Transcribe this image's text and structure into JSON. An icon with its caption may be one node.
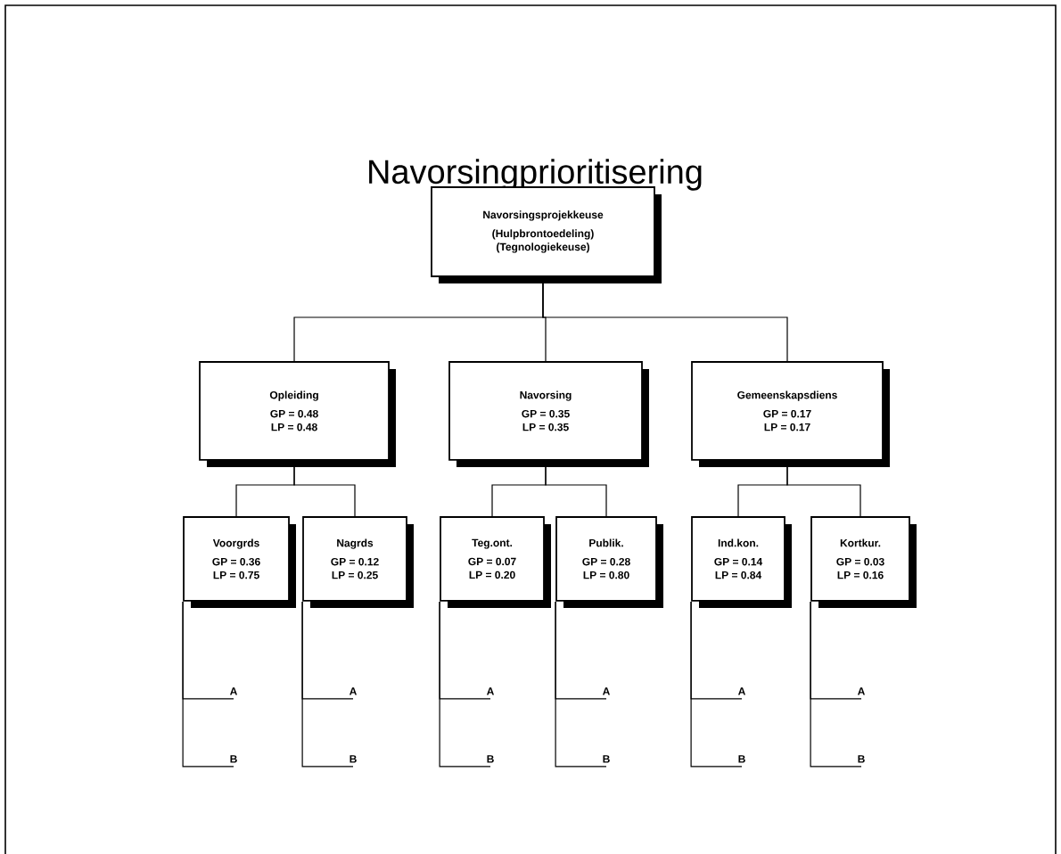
{
  "diagram": {
    "title": "Navorsingprioritisering",
    "nodes": [
      {
        "text": [
          "Navorsingsprojekkeuse",
          "(Hulpbrontoedeling)",
          "(Tegnologiekeuse)"
        ]
      },
      {
        "text": [
          "Opleiding",
          "GP = 0.48",
          "LP = 0.48"
        ]
      },
      {
        "text": [
          "Navorsing",
          "GP = 0.35",
          "LP = 0.35"
        ]
      },
      {
        "text": [
          "Gemeenskapsdiens",
          "GP = 0.17",
          "LP = 0.17"
        ]
      },
      {
        "text": [
          "Voorgrds",
          "GP = 0.36",
          "LP = 0.75"
        ]
      },
      {
        "text": [
          "Nagrds",
          "GP = 0.12",
          "LP = 0.25"
        ]
      },
      {
        "text": [
          "Teg.ont.",
          "GP = 0.07",
          "LP = 0.20"
        ]
      },
      {
        "text": [
          "Publik.",
          "GP = 0.28",
          "LP = 0.80"
        ]
      },
      {
        "text": [
          "Ind.kon.",
          "GP = 0.14",
          "LP = 0.84"
        ]
      },
      {
        "text": [
          "Kortkur.",
          "GP = 0.03",
          "LP = 0.16"
        ]
      },
      {
        "text": [
          "A"
        ]
      },
      {
        "text": [
          "B"
        ]
      },
      {
        "text": [
          "A"
        ]
      },
      {
        "text": [
          "B"
        ]
      },
      {
        "text": [
          "A"
        ]
      },
      {
        "text": [
          "B"
        ]
      },
      {
        "text": [
          "A"
        ]
      },
      {
        "text": [
          "B"
        ]
      },
      {
        "text": [
          "A"
        ]
      },
      {
        "text": [
          "B"
        ]
      },
      {
        "text": [
          "A"
        ]
      },
      {
        "text": [
          "B"
        ]
      }
    ],
    "edges": [
      {
        "from": 0,
        "to": 1,
        "arrow": "none"
      },
      {
        "from": 0,
        "to": 2,
        "arrow": "none"
      },
      {
        "from": 0,
        "to": 3,
        "arrow": "none"
      },
      {
        "from": 1,
        "to": 4,
        "arrow": "none"
      },
      {
        "from": 1,
        "to": 5,
        "arrow": "none"
      },
      {
        "from": 2,
        "to": 6,
        "arrow": "none"
      },
      {
        "from": 2,
        "to": 7,
        "arrow": "none"
      },
      {
        "from": 3,
        "to": 8,
        "arrow": "none"
      },
      {
        "from": 3,
        "to": 9,
        "arrow": "none"
      },
      {
        "from": 4,
        "to": 10,
        "arrow": "none"
      },
      {
        "from": 4,
        "to": 11,
        "arrow": "none"
      },
      {
        "from": 5,
        "to": 12,
        "arrow": "none"
      },
      {
        "from": 5,
        "to": 13,
        "arrow": "none"
      },
      {
        "from": 6,
        "to": 14,
        "arrow": "none"
      },
      {
        "from": 6,
        "to": 15,
        "arrow": "none"
      },
      {
        "from": 7,
        "to": 16,
        "arrow": "none"
      },
      {
        "from": 7,
        "to": 17,
        "arrow": "none"
      },
      {
        "from": 8,
        "to": 18,
        "arrow": "none"
      },
      {
        "from": 8,
        "to": 19,
        "arrow": "none"
      },
      {
        "from": 9,
        "to": 20,
        "arrow": "none"
      },
      {
        "from": 9,
        "to": 21,
        "arrow": "none"
      }
    ]
  }
}
